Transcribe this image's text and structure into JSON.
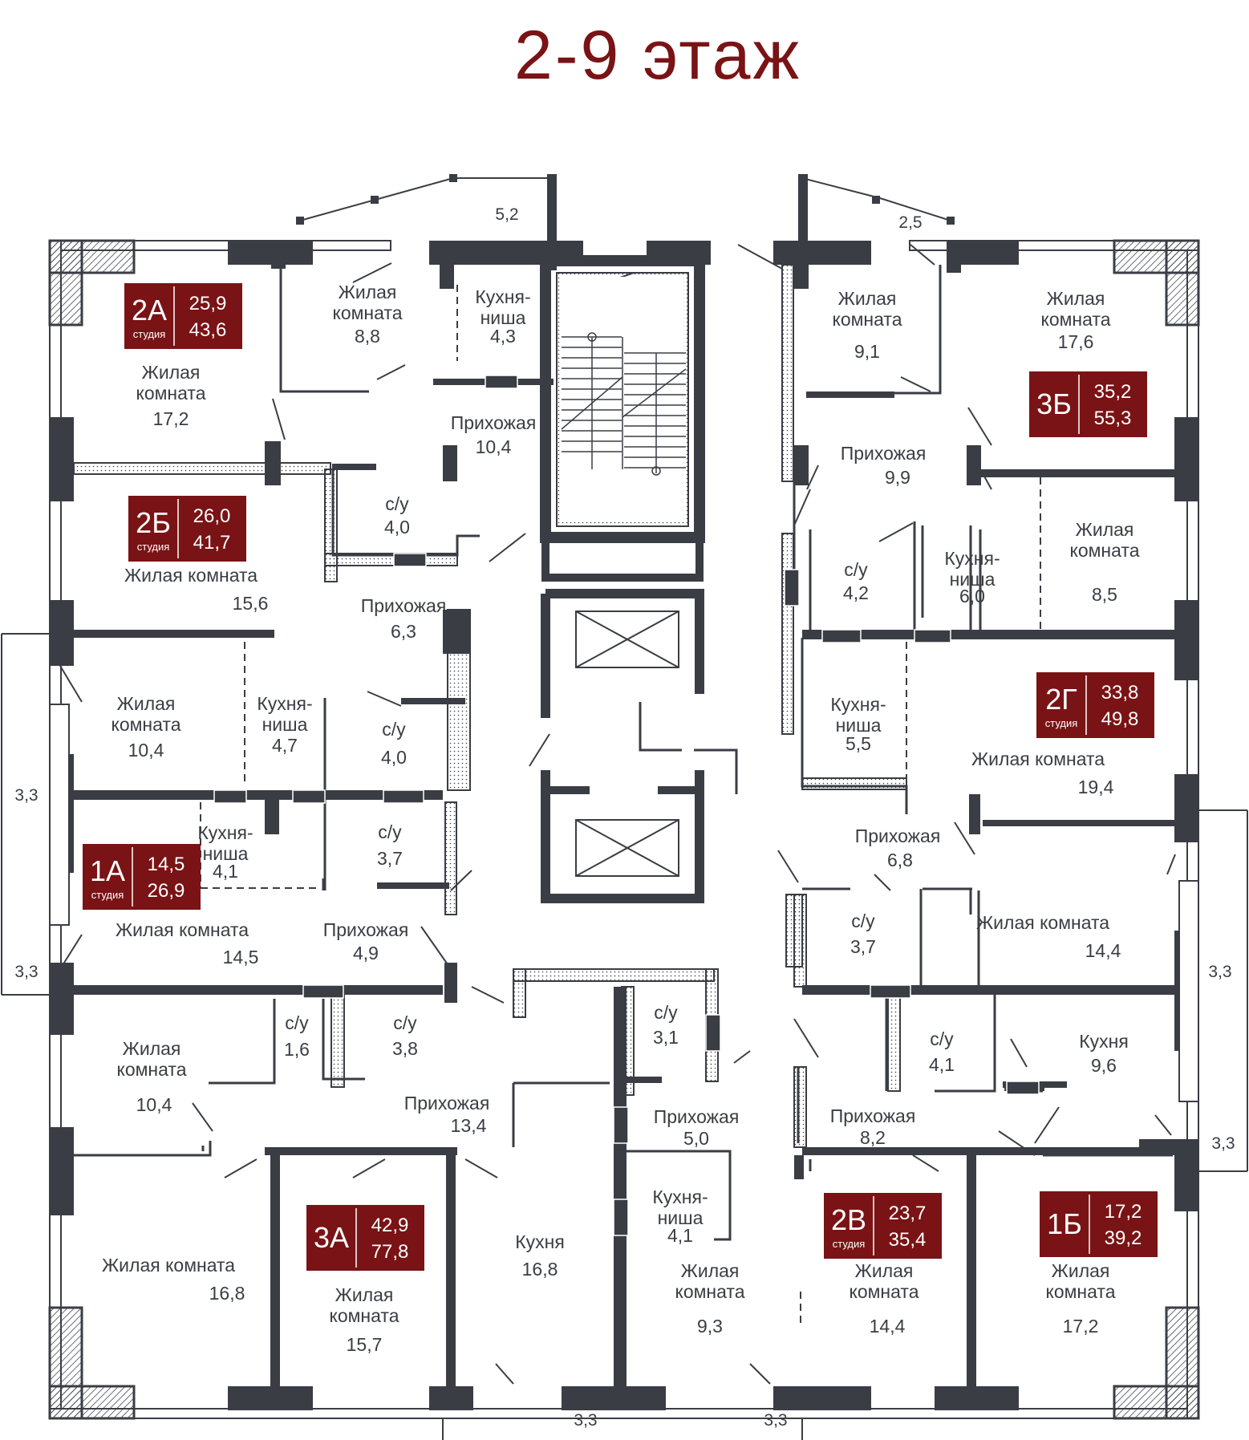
{
  "title": "2-9 этаж",
  "badges": [
    {
      "code": "2А",
      "sub": "студия",
      "a1": "25,9",
      "a2": "43,6"
    },
    {
      "code": "2Б",
      "sub": "студия",
      "a1": "26,0",
      "a2": "41,7"
    },
    {
      "code": "1А",
      "sub": "студия",
      "a1": "14,5",
      "a2": "26,9"
    },
    {
      "code": "3А",
      "sub": "",
      "a1": "42,9",
      "a2": "77,8"
    },
    {
      "code": "3Б",
      "sub": "",
      "a1": "35,2",
      "a2": "55,3"
    },
    {
      "code": "2Г",
      "sub": "студия",
      "a1": "33,8",
      "a2": "49,8"
    },
    {
      "code": "2В",
      "sub": "студия",
      "a1": "23,7",
      "a2": "35,4"
    },
    {
      "code": "1Б",
      "sub": "",
      "a1": "17,2",
      "a2": "39,2"
    }
  ],
  "rooms": [
    {
      "lines": [
        "Жилая",
        "комната"
      ],
      "area": "8,8"
    },
    {
      "lines": [
        "Кухня-",
        "ниша"
      ],
      "area": "4,3"
    },
    {
      "lines": [
        "Жилая",
        "комната"
      ],
      "area": "17,2"
    },
    {
      "lines": [
        "Прихожая"
      ],
      "area": "10,4"
    },
    {
      "lines": [
        "с/у"
      ],
      "area": "4,0"
    },
    {
      "lines": [
        "Жилая комната"
      ],
      "area": "15,6"
    },
    {
      "lines": [
        "Прихожая"
      ],
      "area": "6,3"
    },
    {
      "lines": [
        "Жилая",
        "комната"
      ],
      "area": "10,4"
    },
    {
      "lines": [
        "Кухня-",
        "ниша"
      ],
      "area": "4,7"
    },
    {
      "lines": [
        "с/у"
      ],
      "area": "4,0"
    },
    {
      "lines": [
        "Кухня-",
        "ниша"
      ],
      "area": "4,1"
    },
    {
      "lines": [
        "с/у"
      ],
      "area": "3,7"
    },
    {
      "lines": [
        "Жилая комната"
      ],
      "area": "14,5"
    },
    {
      "lines": [
        "Прихожая"
      ],
      "area": "4,9"
    },
    {
      "lines": [
        "с/у"
      ],
      "area": "1,6"
    },
    {
      "lines": [
        "с/у"
      ],
      "area": "3,8"
    },
    {
      "lines": [
        "Жилая",
        "комната"
      ],
      "area": "10,4"
    },
    {
      "lines": [
        "Прихожая"
      ],
      "area": "13,4"
    },
    {
      "lines": [
        "Жилая комната"
      ],
      "area": "16,8"
    },
    {
      "lines": [
        "Жилая",
        "комната"
      ],
      "area": "15,7"
    },
    {
      "lines": [
        "Кухня"
      ],
      "area": "16,8"
    },
    {
      "lines": [
        "с/у"
      ],
      "area": "3,1"
    },
    {
      "lines": [
        "Прихожая"
      ],
      "area": "5,0"
    },
    {
      "lines": [
        "Кухня-",
        "ниша"
      ],
      "area": "4,1"
    },
    {
      "lines": [
        "Жилая",
        "комната"
      ],
      "area": "9,3"
    },
    {
      "lines": [
        "Жилая",
        "комната"
      ],
      "area": "9,1"
    },
    {
      "lines": [
        "Жилая",
        "комната"
      ],
      "area": "17,6"
    },
    {
      "lines": [
        "Прихожая"
      ],
      "area": "9,9"
    },
    {
      "lines": [
        "с/у"
      ],
      "area": "4,2"
    },
    {
      "lines": [
        "Кухня-",
        "ниша"
      ],
      "area": "6,0"
    },
    {
      "lines": [
        "Жилая",
        "комната"
      ],
      "area": "8,5"
    },
    {
      "lines": [
        "Кухня-",
        "ниша"
      ],
      "area": "5,5"
    },
    {
      "lines": [
        "Жилая комната"
      ],
      "area": "19,4"
    },
    {
      "lines": [
        "Прихожая"
      ],
      "area": "6,8"
    },
    {
      "lines": [
        "с/у"
      ],
      "area": "3,7"
    },
    {
      "lines": [
        "Жилая комната"
      ],
      "area": "14,4"
    },
    {
      "lines": [
        "с/у"
      ],
      "area": "4,1"
    },
    {
      "lines": [
        "Кухня"
      ],
      "area": "9,6"
    },
    {
      "lines": [
        "Прихожая"
      ],
      "area": "8,2"
    },
    {
      "lines": [
        "Жилая",
        "комната"
      ],
      "area": "14,4"
    },
    {
      "lines": [
        "Жилая",
        "комната"
      ],
      "area": "17,2"
    }
  ],
  "dimensions": [
    "5,2",
    "2,5",
    "3,3",
    "3,3",
    "3,3",
    "3,3",
    "3,3",
    "3,3"
  ],
  "colors": {
    "badge": "#7a1315",
    "wall": "#3a3d44",
    "text": "#3a3d44"
  }
}
